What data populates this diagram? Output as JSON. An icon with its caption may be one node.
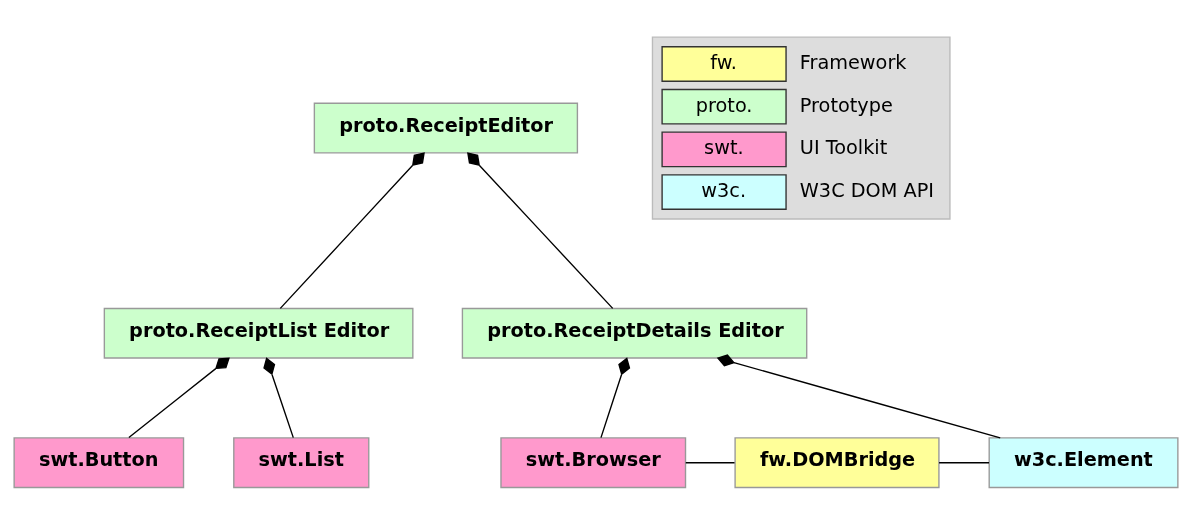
{
  "diagram": {
    "nodes": [
      {
        "text": [
          "proto.ReceiptEditor"
        ]
      },
      {
        "text": [
          "proto.ReceiptList Editor"
        ]
      },
      {
        "text": [
          "proto.ReceiptDetails Editor"
        ]
      },
      {
        "text": [
          "swt.Button"
        ]
      },
      {
        "text": [
          "swt.List"
        ]
      },
      {
        "text": [
          "swt.Browser"
        ]
      },
      {
        "text": [
          "fw.DOMBridge"
        ]
      },
      {
        "text": [
          "w3c.Element"
        ]
      }
    ],
    "edges": [
      {
        "from": 0,
        "to": 1,
        "arrow": "other"
      },
      {
        "from": 0,
        "to": 2,
        "arrow": "other"
      },
      {
        "from": 1,
        "to": 3,
        "arrow": "other"
      },
      {
        "from": 1,
        "to": 4,
        "arrow": "other"
      },
      {
        "from": 2,
        "to": 5,
        "arrow": "other"
      },
      {
        "from": 2,
        "to": 7,
        "arrow": "other"
      },
      {
        "from": 5,
        "to": 6,
        "arrow": "none"
      },
      {
        "from": 6,
        "to": 7,
        "arrow": "none"
      }
    ],
    "labels": [
      "fw.",
      "proto.",
      "swt.",
      "w3c."
    ],
    "legend": [
      {
        "text": "Framework",
        "color": "#ffff99"
      },
      {
        "text": "Prototype",
        "color": "#ccffcc"
      },
      {
        "text": "UI Toolkit",
        "color": "#ff99cc"
      },
      {
        "text": "W3C DOM API",
        "color": "#ccffff"
      }
    ]
  }
}
